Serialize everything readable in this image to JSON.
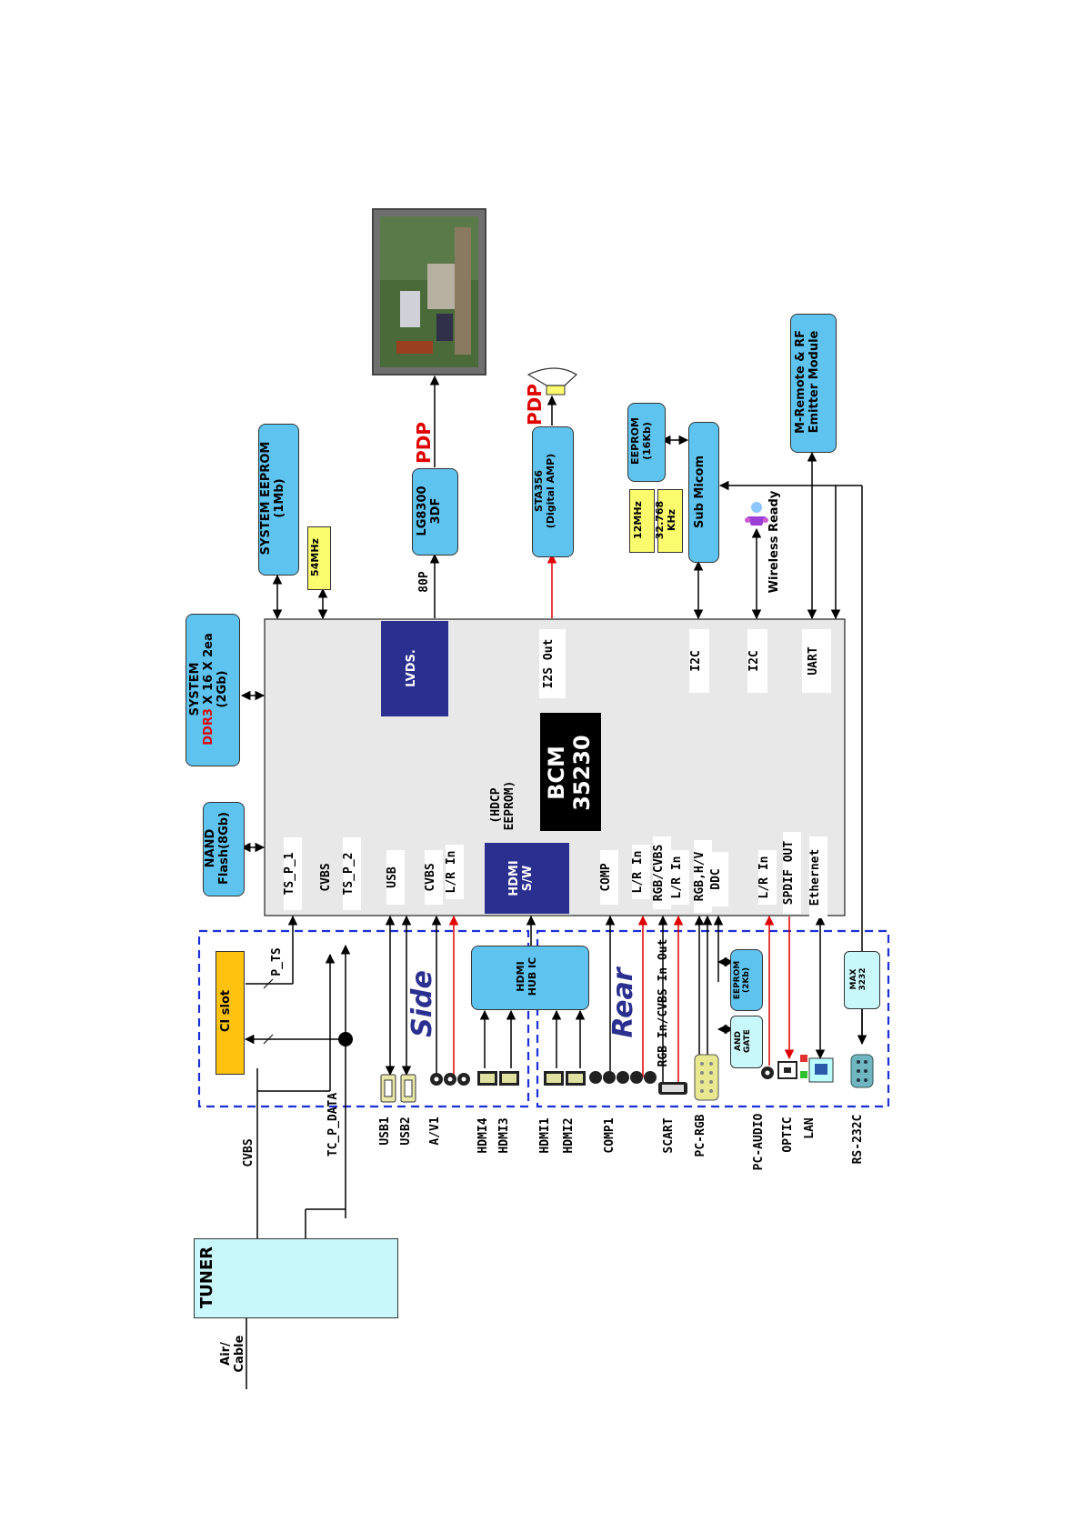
{
  "soc": {
    "line1": "BCM",
    "line2": "35230"
  },
  "blocks": {
    "nand": {
      "line1": "NAND",
      "line2": "Flash(8Gb)"
    },
    "ddr": {
      "line1": "SYSTEM",
      "line2_red": "DDR3",
      "line2_rest": " X 16 X 2ea",
      "line3": "(2Gb)"
    },
    "sys_eeprom": {
      "line1": "SYSTEM EEPROM",
      "line2": "(1Mb)"
    },
    "xtal54": "54MHz",
    "lg8300": {
      "line1": "LG8300",
      "line2": "3DF"
    },
    "sta356": {
      "line1": "STA356",
      "line2": "(Digital AMP)"
    },
    "eeprom16": {
      "line1": "EEPROM",
      "line2": "(16Kb)"
    },
    "xtal12": "12MHz",
    "xtal32": {
      "line1": "32.768",
      "line2": "KHz"
    },
    "submicom": "Sub Micom",
    "mremote": {
      "line1": "M-Remote & RF",
      "line2": "Emitter Module"
    },
    "hdmi_hub": {
      "line1": "HDMI",
      "line2": "HUB IC"
    },
    "ci_slot": "CI slot",
    "tuner": "TUNER",
    "eeprom2k": {
      "line1": "EEPROM",
      "line2": "(2Kb)"
    },
    "and_gate": {
      "line1": "AND",
      "line2": "GATE"
    },
    "max3232": {
      "line1": "MAX",
      "line2": "3232"
    }
  },
  "soc_labels": {
    "lvds": "LVDS.",
    "i2s_out": "I2S Out",
    "i2c_1": "I2C",
    "i2c_2": "I2C",
    "uart": "UART",
    "hdcp": {
      "line1": "(HDCP",
      "line2": "EEPROM)"
    },
    "hdmi_sw": {
      "line1": "HDMI",
      "line2": "S/W"
    },
    "ts_p_1": "TS_P_1",
    "cvbs_1": "CVBS",
    "ts_p_2": "TS_P_2",
    "usb": "USB",
    "cvbs_2": "CVBS",
    "lr_in_1": "L/R In",
    "comp": "COMP",
    "lr_in_2": "L/R In",
    "rgb_cvbs": "RGB/CVBS",
    "lr_in_3": "L/R In",
    "rgb_hv": "RGB,H/V",
    "ddc": "DDC",
    "lr_in_4": "L/R In",
    "spdif_out": "SPDIF OUT",
    "ethernet": "Ethernet"
  },
  "signals": {
    "pdp_1": "PDP",
    "pdp_2": "PDP",
    "eighty_p": "80P",
    "wireless_ready": "Wireless Ready",
    "p_ts": "P_TS",
    "cvbs": "CVBS",
    "tc_p_data": "TC_P_DATA",
    "rgb_in_cvbs_in_out": "RGB In/CVBS In Out",
    "air_cable": {
      "line1": "Air/",
      "line2": "Cable"
    }
  },
  "groups": {
    "side": "Side",
    "rear": "Rear"
  },
  "ports": {
    "usb1": "USB1",
    "usb2": "USB2",
    "av1": "A/V1",
    "hdmi4": "HDMI4",
    "hdmi3": "HDMI3",
    "hdmi1": "HDMI1",
    "hdmi2": "HDMI2",
    "comp1": "COMP1",
    "scart": "SCART",
    "pc_rgb": "PC-RGB",
    "pc_audio": "PC-AUDIO",
    "optic": "OPTIC",
    "lan": "LAN",
    "rs232c": "RS-232C"
  },
  "colors": {
    "block_fill": "#5fc3ef",
    "soc_fill": "#e8e8e8",
    "navy": "#2b2f8f",
    "crystal": "#fbfb6e",
    "ci_slot": "#ffc20e",
    "tuner": "#c9f8fb",
    "dashed": "#1b2fd8",
    "red_signal": "#e00000"
  }
}
